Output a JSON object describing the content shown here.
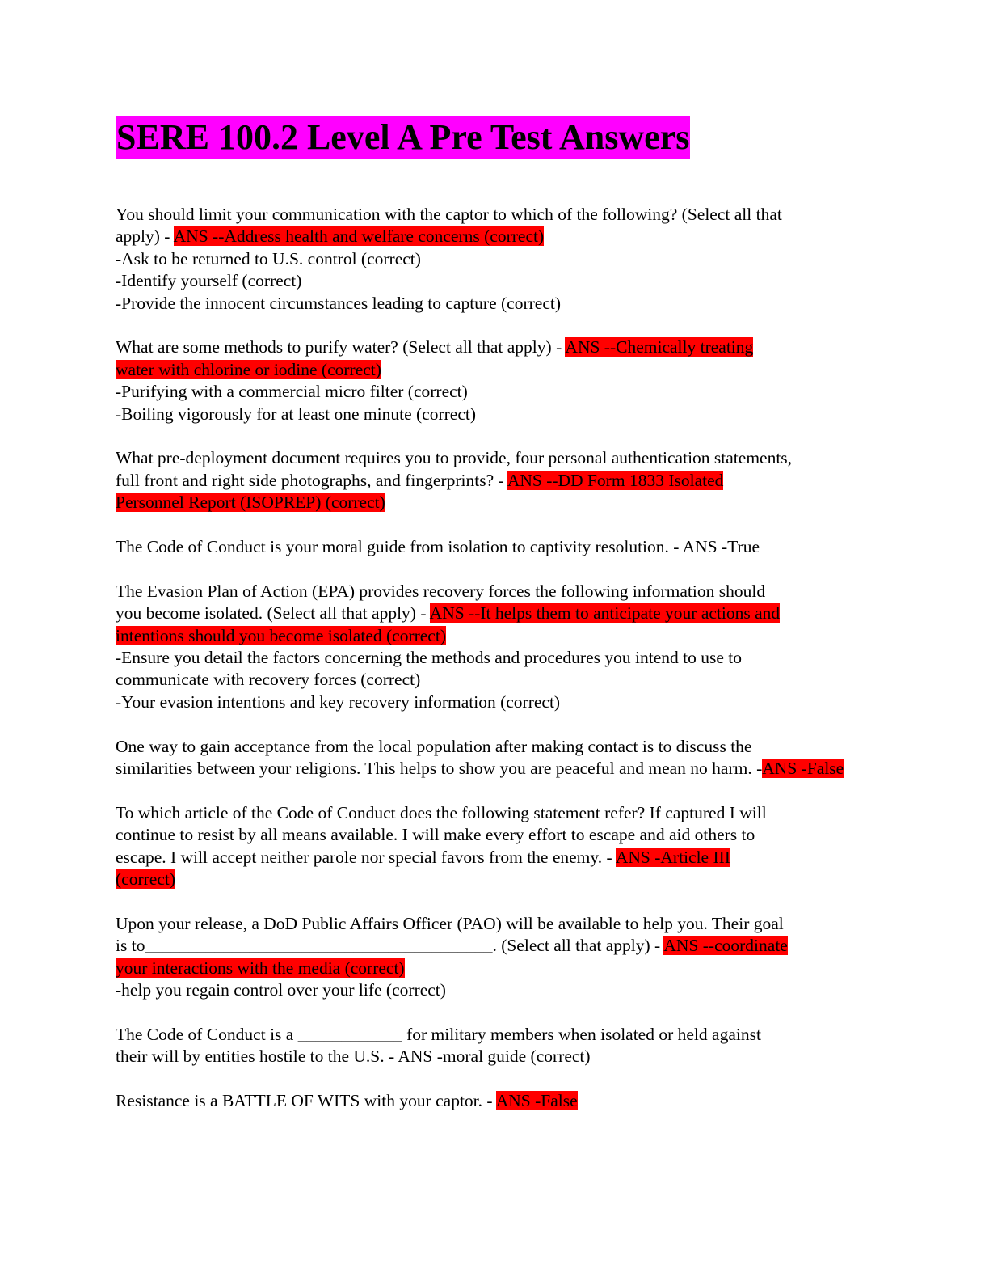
{
  "title": "SERE 100.2 Level A Pre Test Answers",
  "colors": {
    "title_highlight": "#ff00ff",
    "answer_highlight": "#ff0000"
  },
  "qa": [
    {
      "q": [
        "You should limit your communication with the captor to which of the following? (Select all that",
        "apply) - "
      ],
      "a": [
        "ANS --Address health and welfare concerns (correct)"
      ],
      "extra": [
        "-Ask to be returned to U.S. control (correct)",
        "-Identify yourself (correct)",
        "-Provide the innocent circumstances leading to capture (correct)"
      ]
    },
    {
      "q": [
        "What are some methods to purify water? (Select all that apply) - "
      ],
      "a": [
        "ANS --Chemically treating",
        "water with chlorine or iodine (correct)"
      ],
      "extra": [
        "-Purifying with a commercial micro filter (correct)",
        "-Boiling vigorously for at least one minute (correct)"
      ]
    },
    {
      "q": [
        "What pre-deployment document requires you to provide, four personal authentication statements,",
        "full front and right side photographs, and fingerprints? - "
      ],
      "a": [
        "ANS --DD Form 1833 Isolated",
        "Personnel Report (ISOPREP) (correct)"
      ]
    },
    {
      "q": [
        "The Code of Conduct is your moral guide from isolation to captivity resolution. - ANS -True"
      ]
    },
    {
      "q": [
        "The Evasion Plan of Action (EPA) provides recovery forces the following information should",
        "you become isolated. (Select all that apply) - "
      ],
      "a": [
        "ANS --It helps them to anticipate your actions and",
        "intentions should you become isolated (correct)"
      ],
      "extra": [
        "-Ensure you detail the factors concerning the methods and procedures you intend to use to",
        "communicate with recovery forces (correct)",
        "-Your evasion intentions and key recovery information (correct)"
      ]
    },
    {
      "q": [
        "One way to gain acceptance from the local population after making contact is to discuss the",
        "similarities between your religions. This helps to show you are peaceful and mean no harm. -"
      ],
      "a": [
        "ANS -False"
      ]
    },
    {
      "q": [
        "To which article of the Code of Conduct does the following statement refer? If captured I will",
        "continue to resist by all means available. I will make every effort to escape and aid others to",
        "escape. I will accept neither parole nor special favors from the enemy. - "
      ],
      "a": [
        "ANS -Article III",
        "(correct)"
      ]
    },
    {
      "q": [
        "Upon your release, a DoD Public Affairs Officer (PAO) will be available to help you. Their goal",
        "is to________________________________________. (Select all that apply) - "
      ],
      "a": [
        "ANS --coordinate",
        "your interactions with the media (correct)"
      ],
      "extra": [
        "-help you regain control over your life (correct)"
      ]
    },
    {
      "q": [
        "The Code of Conduct is a ____________ for military members when isolated or held against",
        "their will by entities hostile to the U.S. - ANS -moral guide (correct)"
      ]
    },
    {
      "q": [
        "Resistance is a BATTLE OF WITS with your captor. - "
      ],
      "a": [
        "ANS -False"
      ]
    }
  ]
}
